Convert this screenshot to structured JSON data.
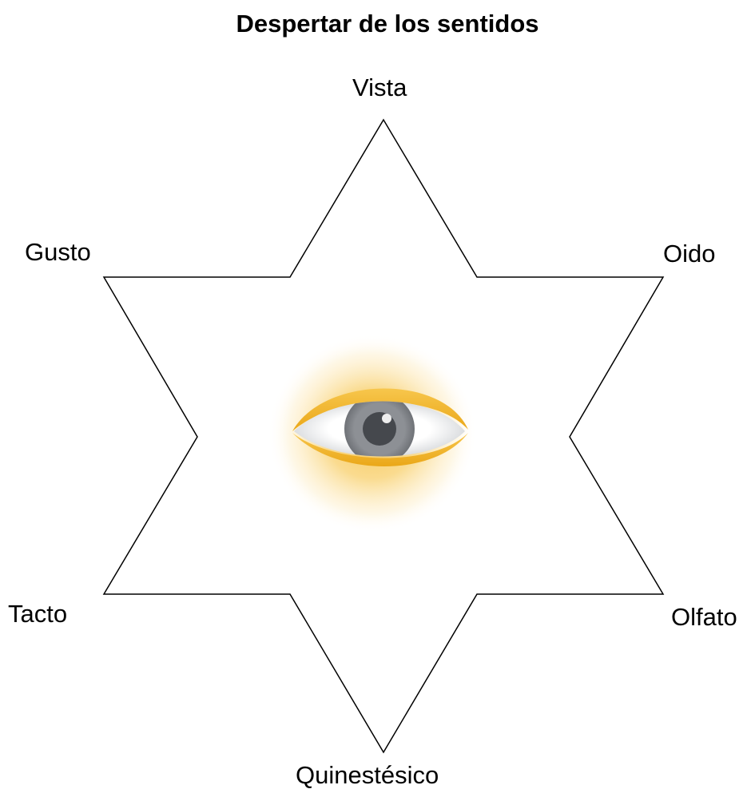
{
  "title": "Despertar de los sentidos",
  "senses": {
    "top": "Vista",
    "upper_left": "Gusto",
    "upper_right": "Oido",
    "lower_left": "Tacto",
    "lower_right": "Olfato",
    "bottom": "Quinestésico"
  },
  "center_icon": "eye-icon",
  "colors": {
    "outline": "#000000",
    "glow": "#f3b92e",
    "iris": "#8c8f94",
    "pupil": "#3d4045"
  }
}
